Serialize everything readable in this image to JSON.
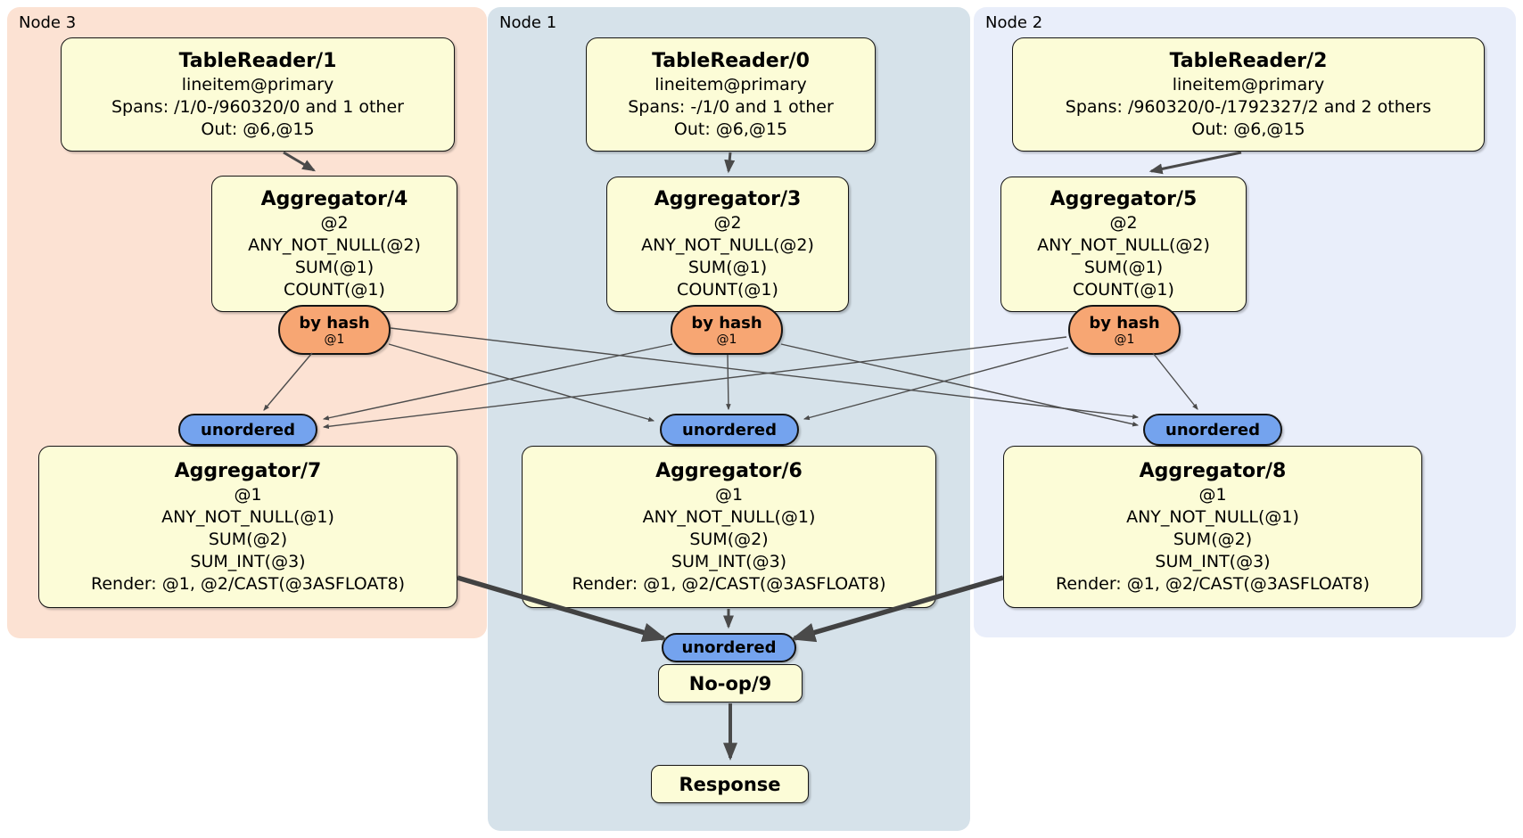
{
  "panels": {
    "node3": {
      "label": "Node 3"
    },
    "node1": {
      "label": "Node 1"
    },
    "node2": {
      "label": "Node 2"
    }
  },
  "boxes": {
    "tablereader1": {
      "title": "TableReader/1",
      "lines": [
        "lineitem@primary",
        "Spans: /1/0-/960320/0 and 1 other",
        "Out: @6,@15"
      ]
    },
    "tablereader0": {
      "title": "TableReader/0",
      "lines": [
        "lineitem@primary",
        "Spans: -/1/0 and 1 other",
        "Out: @6,@15"
      ]
    },
    "tablereader2": {
      "title": "TableReader/2",
      "lines": [
        "lineitem@primary",
        "Spans: /960320/0-/1792327/2 and 2 others",
        "Out: @6,@15"
      ]
    },
    "aggregator4": {
      "title": "Aggregator/4",
      "lines": [
        "@2",
        "ANY_NOT_NULL(@2)",
        "SUM(@1)",
        "COUNT(@1)"
      ]
    },
    "aggregator3": {
      "title": "Aggregator/3",
      "lines": [
        "@2",
        "ANY_NOT_NULL(@2)",
        "SUM(@1)",
        "COUNT(@1)"
      ]
    },
    "aggregator5": {
      "title": "Aggregator/5",
      "lines": [
        "@2",
        "ANY_NOT_NULL(@2)",
        "SUM(@1)",
        "COUNT(@1)"
      ]
    },
    "aggregator7": {
      "title": "Aggregator/7",
      "lines": [
        "@1",
        "ANY_NOT_NULL(@1)",
        "SUM(@2)",
        "SUM_INT(@3)",
        "Render: @1, @2/CAST(@3ASFLOAT8)"
      ]
    },
    "aggregator6": {
      "title": "Aggregator/6",
      "lines": [
        "@1",
        "ANY_NOT_NULL(@1)",
        "SUM(@2)",
        "SUM_INT(@3)",
        "Render: @1, @2/CAST(@3ASFLOAT8)"
      ]
    },
    "aggregator8": {
      "title": "Aggregator/8",
      "lines": [
        "@1",
        "ANY_NOT_NULL(@1)",
        "SUM(@2)",
        "SUM_INT(@3)",
        "Render: @1, @2/CAST(@3ASFLOAT8)"
      ]
    },
    "noop": {
      "title": "No-op/9"
    },
    "response": {
      "title": "Response"
    }
  },
  "relays": {
    "byhash": {
      "label": "by hash",
      "detail": "@1"
    },
    "unordered": {
      "label": "unordered"
    }
  },
  "colors": {
    "panel_node3": "#fce2d3",
    "panel_node1": "#d6e2ea",
    "panel_node2": "#e9eefa",
    "node_fill": "#fcfcd7",
    "byhash_fill": "#f7a673",
    "unordered_fill": "#74a3ee",
    "edge": "#4a4a4a"
  }
}
